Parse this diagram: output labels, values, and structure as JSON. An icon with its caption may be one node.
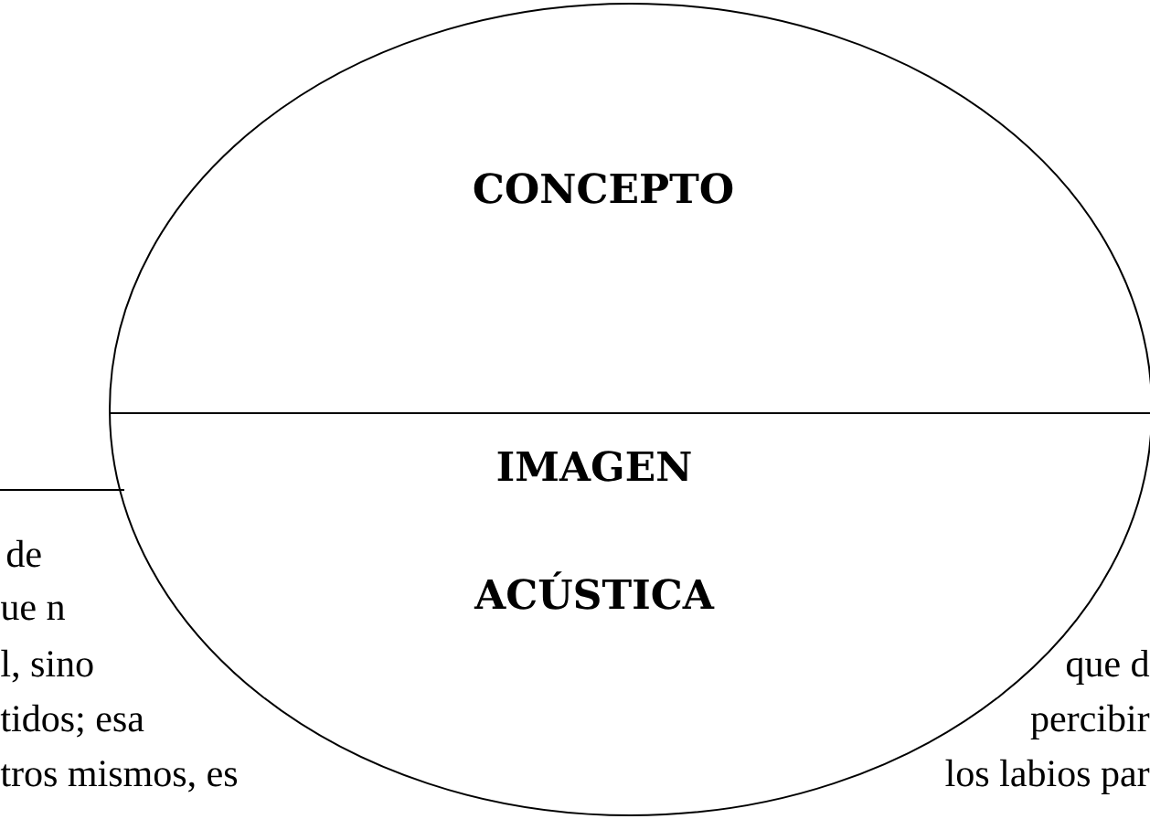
{
  "diagram": {
    "nodes": [
      {
        "text": [
          "CONCEPTO",
          "IMAGEN ACÚSTICA"
        ]
      }
    ],
    "labels": [
      "de",
      "ue n",
      "l, sino",
      "que d",
      "tidos; esa",
      "percibir",
      "tros mismos, es",
      "los labios par"
    ]
  }
}
